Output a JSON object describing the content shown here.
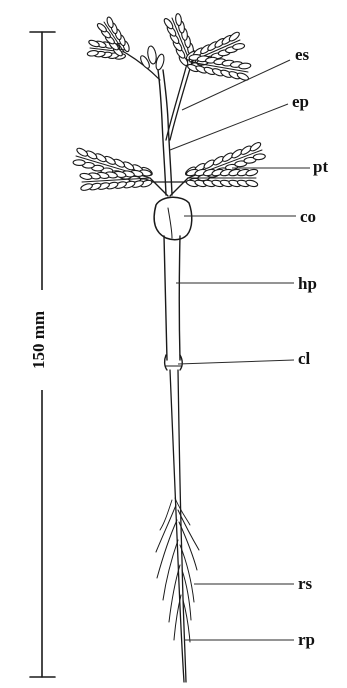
{
  "scale": {
    "label": "150 mm"
  },
  "labels": {
    "es": "es",
    "ep": "ep",
    "pt": "pt",
    "co": "co",
    "hp": "hp",
    "cl": "cl",
    "rs": "rs",
    "rp": "rp"
  },
  "colors": {
    "ink": "#1a1a1a",
    "background": "#ffffff"
  }
}
